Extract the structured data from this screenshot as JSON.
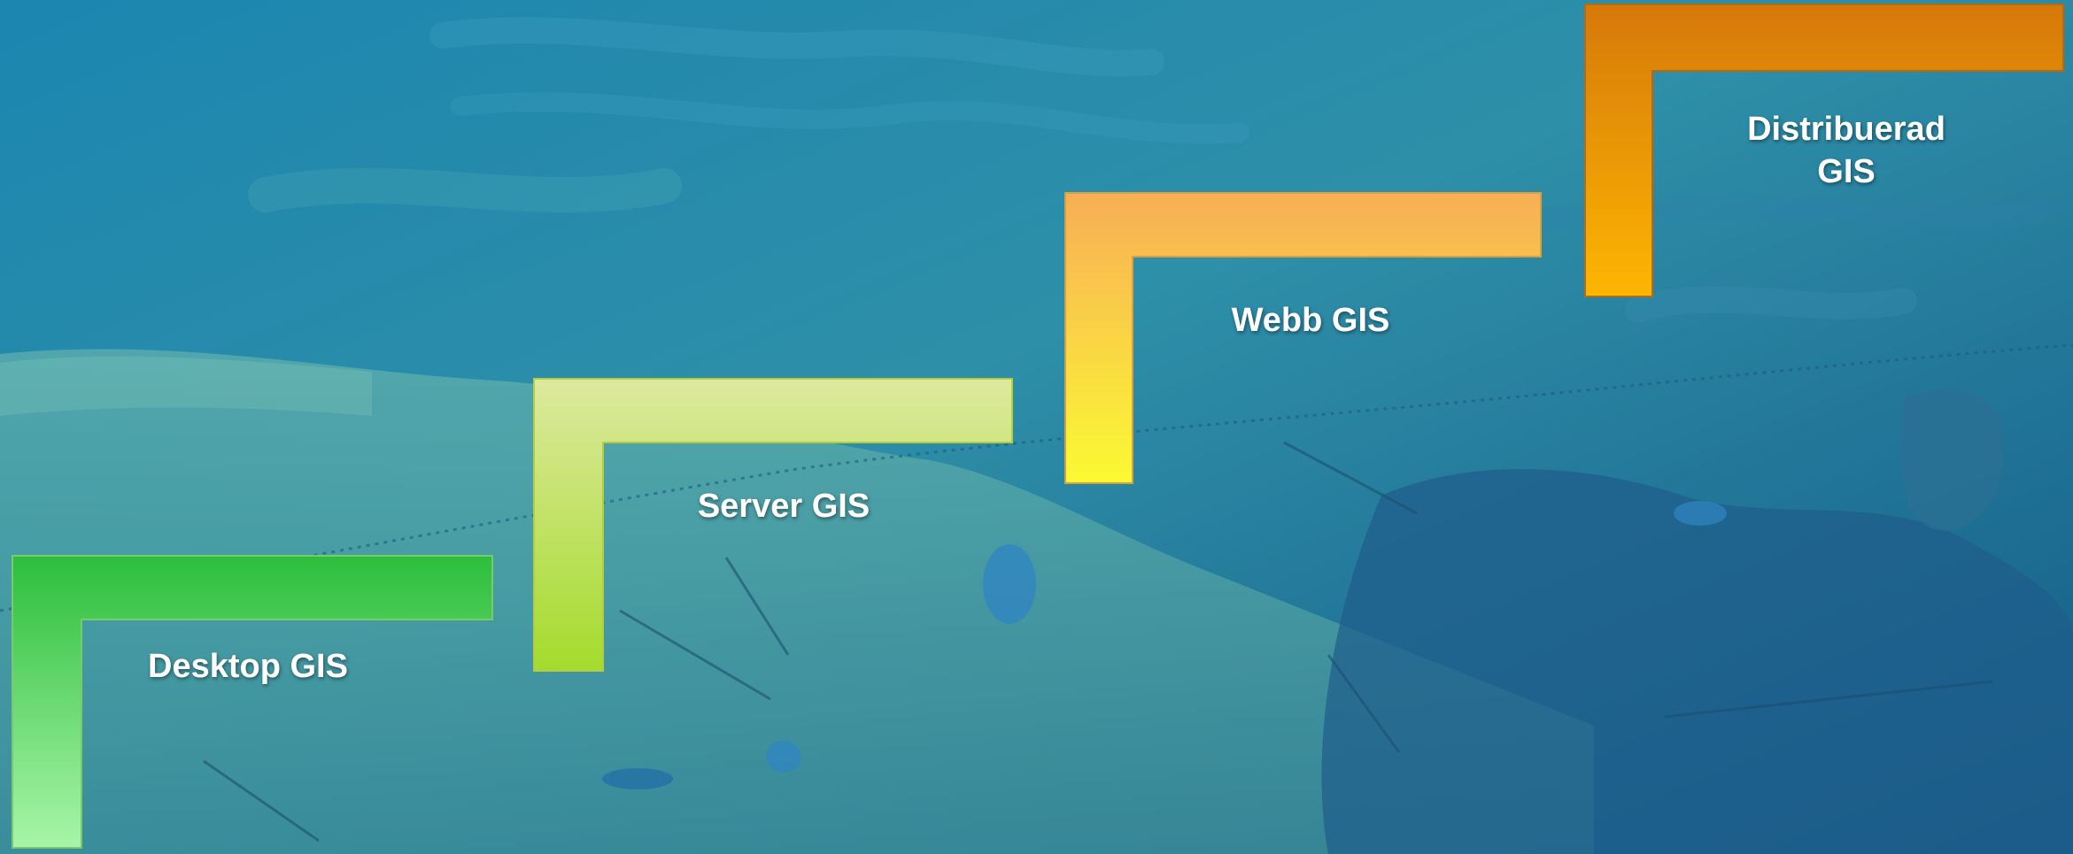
{
  "steps": [
    {
      "label": "Desktop GIS",
      "color_top": "#2DBE3C",
      "color_bottom": "#A8F5A8"
    },
    {
      "label": "Server GIS",
      "color_top": "#DDE99E",
      "color_bottom": "#A4DB2C"
    },
    {
      "label": "Webb GIS",
      "color_top": "#F8AE56",
      "color_bottom": "#FBFA33"
    },
    {
      "label": "Distribuerad GIS",
      "color_top": "#D6780A",
      "color_bottom": "#FDB602"
    }
  ],
  "background": {
    "color_dark": "#155F8A",
    "color_light": "#5EA9A6"
  }
}
